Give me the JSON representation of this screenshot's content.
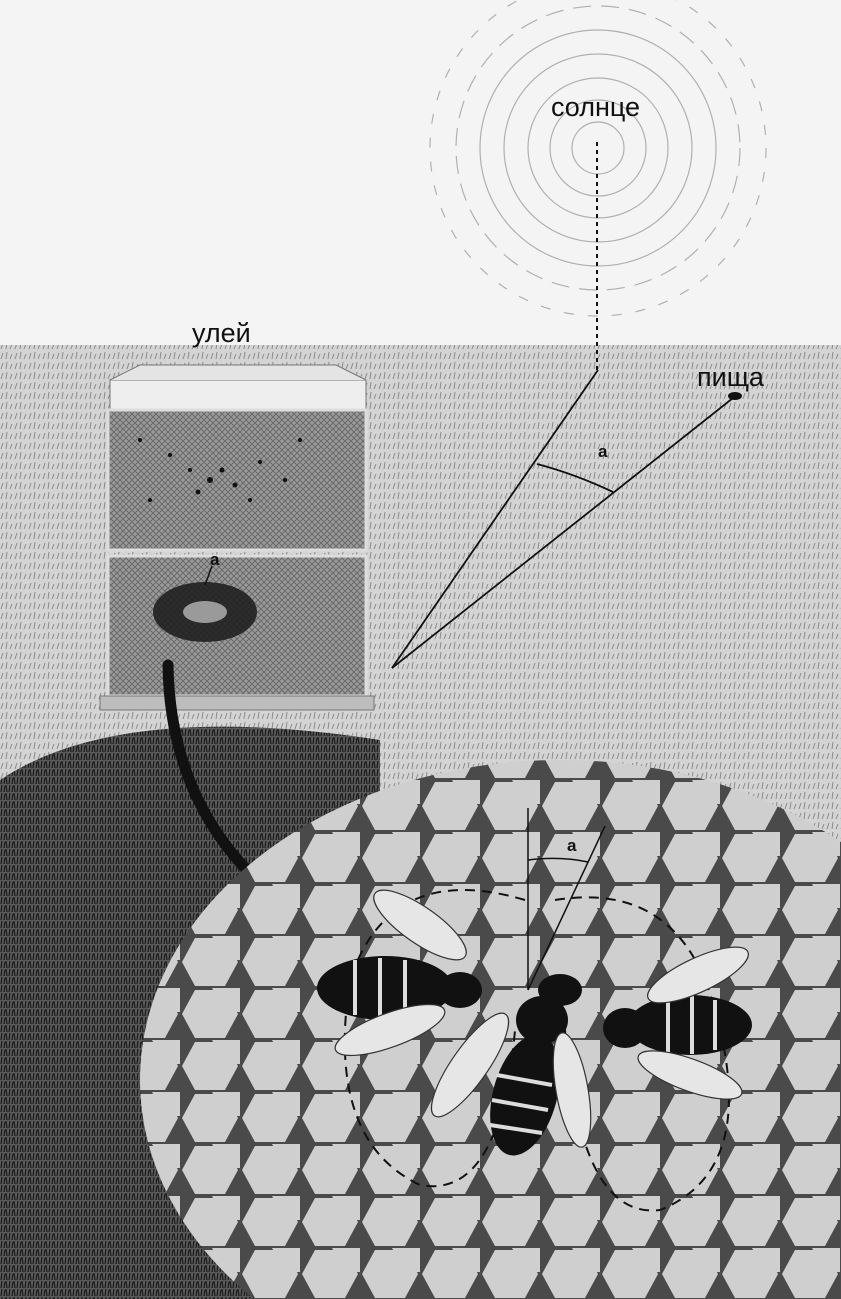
{
  "labels": {
    "sun": "солнце",
    "hive": "улей",
    "food": "пища",
    "angle_field": "а",
    "angle_hive": "а",
    "angle_comb": "а"
  },
  "colors": {
    "ink": "#111111",
    "sky": "#f4f4f4",
    "field": "#cfcfcf",
    "hive_panel": "#8a8a8a",
    "comb_cell": "#d9d9d9",
    "comb_wall": "#555555"
  },
  "icons": [
    "sun-rings-icon",
    "beehive-icon",
    "food-source-icon",
    "honeycomb-icon",
    "bee-icon"
  ]
}
